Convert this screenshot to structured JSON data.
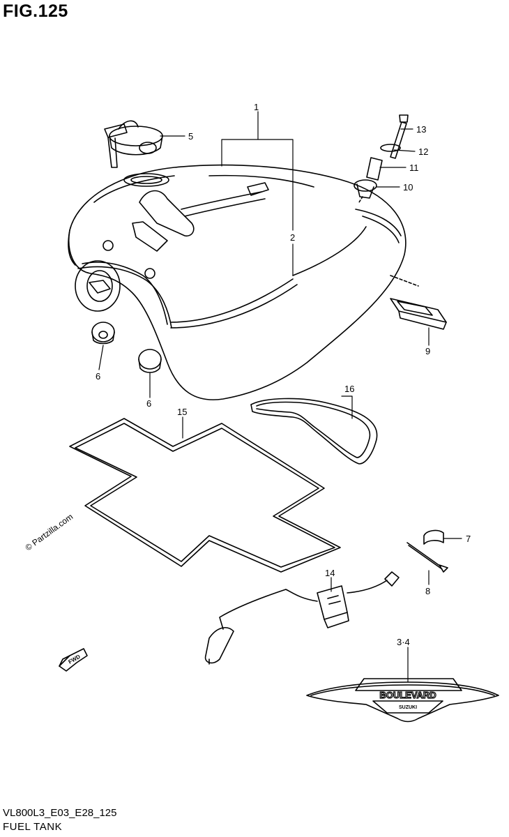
{
  "figure": {
    "title": "FIG.125",
    "code": "VL800L3_E03_E28_125",
    "name": "FUEL TANK",
    "watermark": "© Partzilla.com"
  },
  "emblem": {
    "text": "BOULEVARD",
    "subtext": "SUZUKI"
  },
  "fwd_label": "FWD",
  "callouts": [
    {
      "id": "c1",
      "label": "1"
    },
    {
      "id": "c2",
      "label": "2"
    },
    {
      "id": "c34",
      "label": "3·4"
    },
    {
      "id": "c5",
      "label": "5"
    },
    {
      "id": "c6a",
      "label": "6"
    },
    {
      "id": "c6b",
      "label": "6"
    },
    {
      "id": "c7",
      "label": "7"
    },
    {
      "id": "c8",
      "label": "8"
    },
    {
      "id": "c9",
      "label": "9"
    },
    {
      "id": "c10",
      "label": "10"
    },
    {
      "id": "c11",
      "label": "11"
    },
    {
      "id": "c12",
      "label": "12"
    },
    {
      "id": "c13",
      "label": "13"
    },
    {
      "id": "c14",
      "label": "14"
    },
    {
      "id": "c15",
      "label": "15"
    },
    {
      "id": "c16",
      "label": "16"
    }
  ]
}
